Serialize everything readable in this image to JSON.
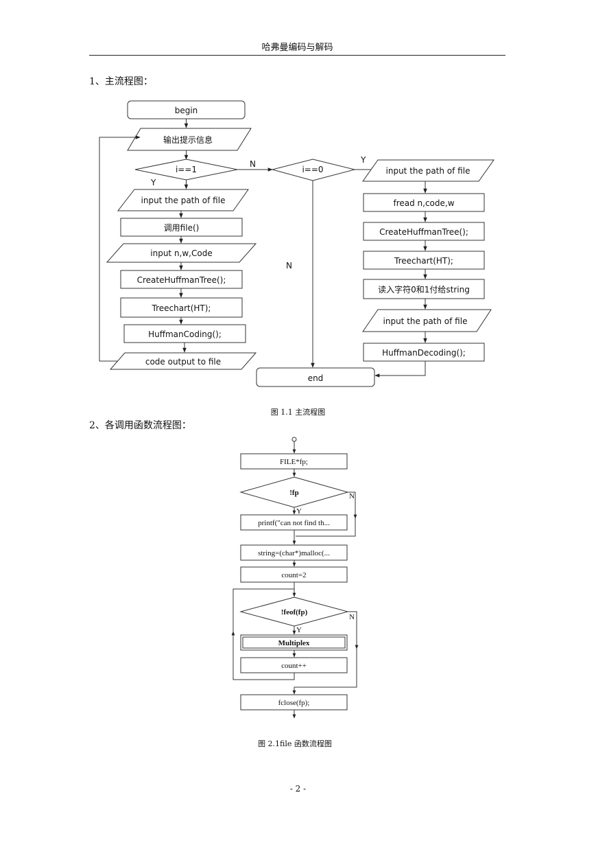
{
  "header": {
    "title": "哈弗曼编码与解码"
  },
  "section1": {
    "heading": "1、主流程图：",
    "caption": "图 1.1 主流程图"
  },
  "section2": {
    "heading": "2、各调用函数流程图：",
    "caption": "图 2.1file 函数流程图"
  },
  "flow1": {
    "begin": "begin",
    "prompt": "输出提示信息",
    "cond1": "i==1",
    "cond2": "i==0",
    "input_path_left": "input the path of file",
    "call_file": "调用file()",
    "input_nwcode": "input n,w,Code",
    "create_tree_left": "CreateHuffmanTree();",
    "treechart_left": "Treechart(HT);",
    "coding": "HuffmanCoding();",
    "output_code": "code output to file",
    "input_path_right": "input the path of file",
    "fread": "fread n,code,w",
    "create_tree_right": "CreateHuffmanTree();",
    "treechart_right": "Treechart(HT);",
    "read_chars": "读入字符0和1付给string",
    "input_path_right2": "input the path of file",
    "decoding": "HuffmanDecoding();",
    "end": "end",
    "label_y1": "Y",
    "label_n1": "N",
    "label_y2": "Y",
    "label_n2": "N"
  },
  "flow2": {
    "decl": "FILE*fp;",
    "cond_fp": "!fp",
    "printf": "printf(\"can not find th...",
    "alloc": "string=(char*)malloc(...",
    "count_init": "count=2",
    "cond_feof": "!feof(fp)",
    "multiplex": "Multiplex",
    "count_inc": "count++",
    "fclose": "fclose(fp);",
    "label_y1": "Y",
    "label_n1": "N",
    "label_y2": "Y",
    "label_n2": "N"
  },
  "footer": {
    "page_number": "- 2 -"
  }
}
